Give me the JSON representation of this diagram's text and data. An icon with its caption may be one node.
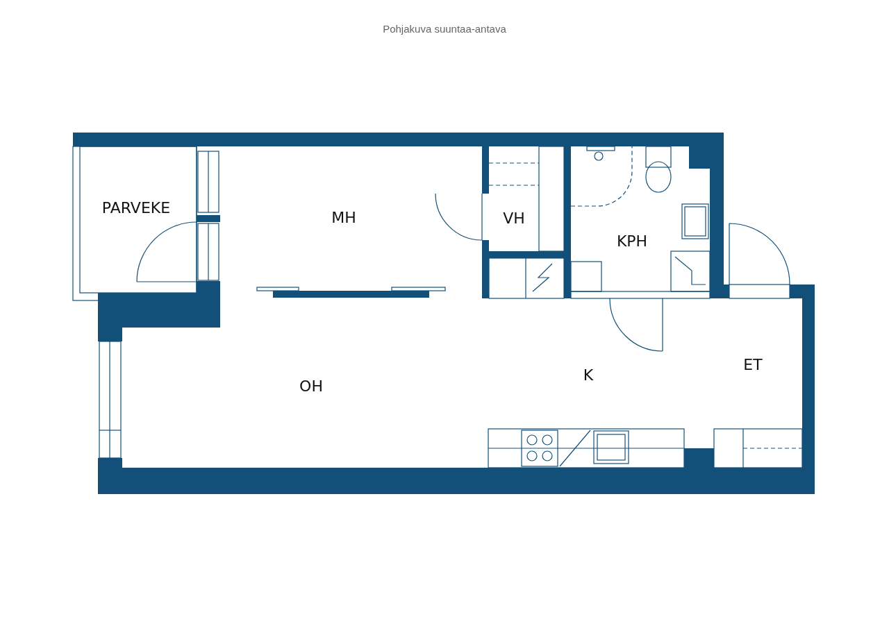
{
  "diagram": {
    "title": "Pohjakuva suuntaa-antava",
    "labels": [
      "PARVEKE",
      "MH",
      "VH",
      "KPH",
      "OH",
      "K",
      "ET"
    ]
  }
}
